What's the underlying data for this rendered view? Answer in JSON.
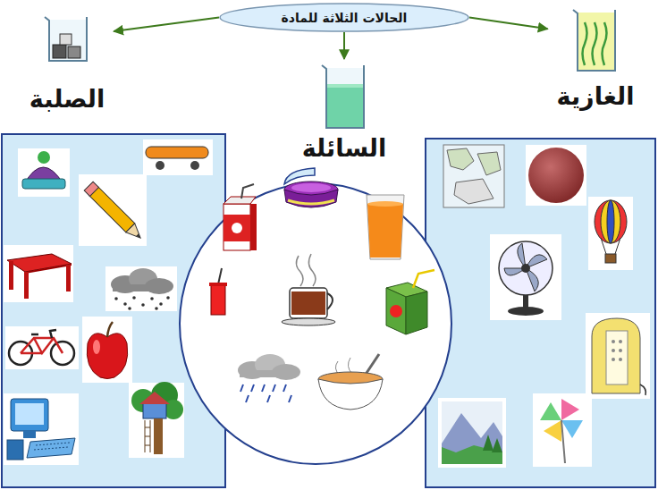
{
  "diagram": {
    "nodes": [
      {
        "text": [
          "الحالات الثلاثة للمادة"
        ]
      },
      {
        "text": [
          "الصلبة"
        ]
      },
      {
        "text": [
          "السائلة"
        ]
      },
      {
        "text": [
          "الغازية"
        ]
      }
    ],
    "edges": [
      {
        "from": 0,
        "to": 1,
        "arrow": "to"
      },
      {
        "from": 0,
        "to": 2,
        "arrow": "to"
      },
      {
        "from": 0,
        "to": 3,
        "arrow": "to"
      }
    ]
  }
}
